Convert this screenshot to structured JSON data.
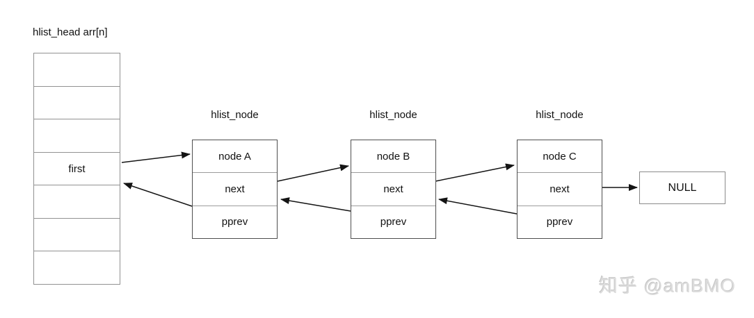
{
  "diagram": {
    "array": {
      "label": "hlist_head arr[n]",
      "cells": [
        "",
        "",
        "",
        "first",
        "",
        "",
        ""
      ]
    },
    "nodes": [
      {
        "title": "hlist_node",
        "rows": [
          "node A",
          "next",
          "pprev"
        ]
      },
      {
        "title": "hlist_node",
        "rows": [
          "node B",
          "next",
          "pprev"
        ]
      },
      {
        "title": "hlist_node",
        "rows": [
          "node C",
          "next",
          "pprev"
        ]
      }
    ],
    "null_box": {
      "label": "NULL"
    },
    "watermark": "知乎 @amBMO",
    "colors": {
      "array_border": "#919191",
      "node_border": "#4d4d4d",
      "row_divider": "#9b9b9b",
      "null_border": "#8a8a8a",
      "arrow": "#141414",
      "watermark": "#dcdcdc",
      "background": "#ffffff",
      "text": "#111111"
    }
  }
}
